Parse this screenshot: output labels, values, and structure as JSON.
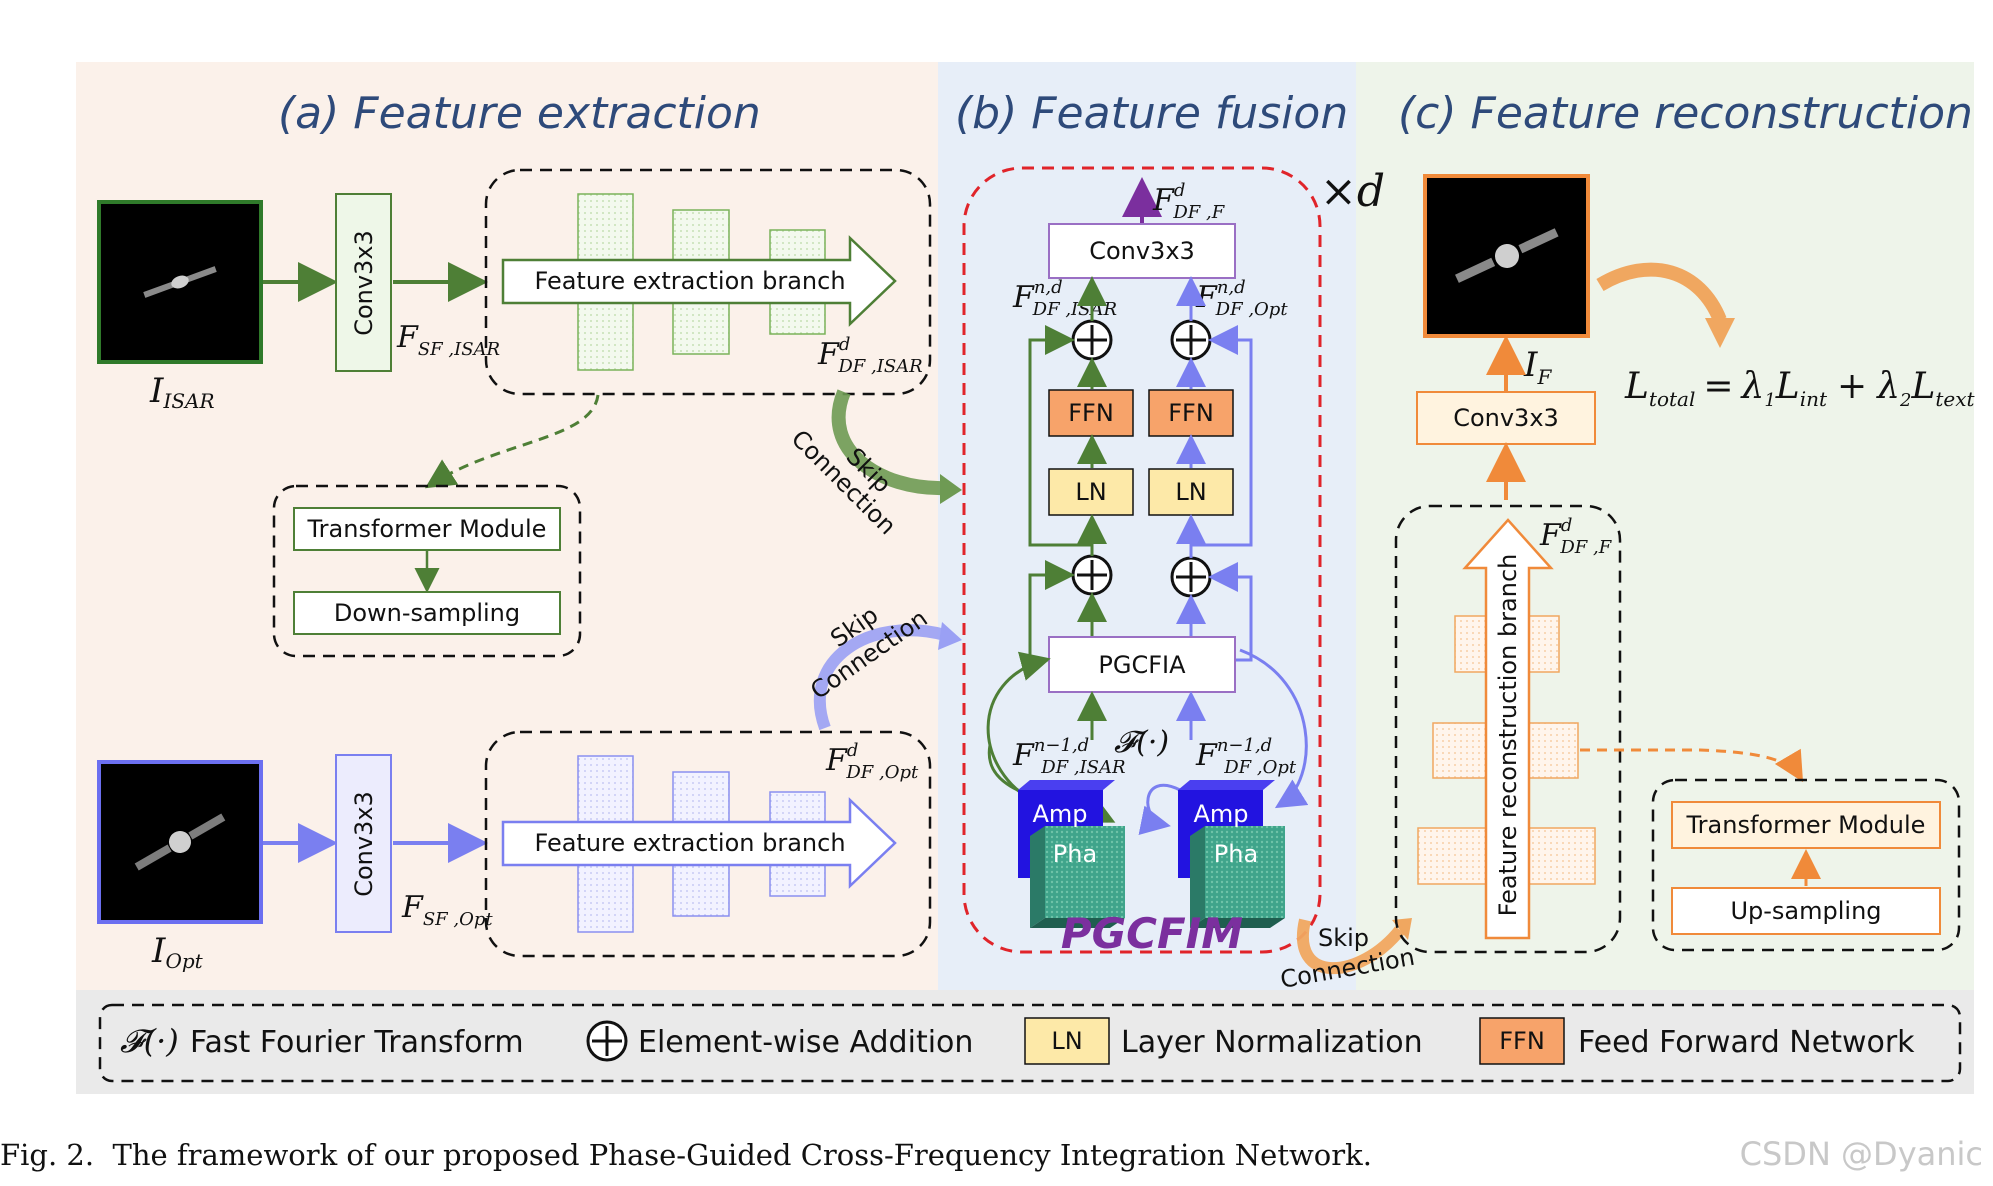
{
  "sections": {
    "a": "(a) Feature extraction",
    "b": "(b) Feature fusion",
    "c": "(c) Feature reconstruction"
  },
  "inputs": {
    "isar": {
      "main": "I",
      "sub": "ISAR"
    },
    "opt": {
      "main": "I",
      "sub": "Opt"
    }
  },
  "output": {
    "main": "I",
    "sub": "F"
  },
  "boxes": {
    "conv_isar": "Conv3x3",
    "conv_opt": "Conv3x3",
    "branch_isar": "Feature extraction branch",
    "branch_opt": "Feature extraction branch",
    "transformer_a": "Transformer Module",
    "downsampling": "Down-sampling",
    "fusion_conv": "Conv3x3",
    "ffn_left": "FFN",
    "ffn_right": "FFN",
    "ln_left": "LN",
    "ln_right": "LN",
    "pgcfia": "PGCFIA",
    "amp_left": "Amp",
    "pha_left": "Pha",
    "amp_right": "Amp",
    "pha_right": "Pha",
    "pgcfim": "PGCFIM",
    "recon_conv": "Conv3x3",
    "recon_branch": "Feature reconstruction branch",
    "transformer_c": "Transformer Module",
    "upsampling": "Up-sampling"
  },
  "features": {
    "sf_isar": {
      "main": "F",
      "sub": "SF ,ISAR"
    },
    "sf_opt": {
      "main": "F",
      "sub": "SF ,Opt"
    },
    "df_isar": {
      "main": "F",
      "sup": "d",
      "sub": "DF ,ISAR"
    },
    "df_opt": {
      "main": "F",
      "sup": "d",
      "sub": "DF ,Opt"
    },
    "df_f_top": {
      "main": "F",
      "sup": "d",
      "sub": "DF ,F"
    },
    "df_f_recon": {
      "main": "F",
      "sup": "d",
      "sub": "DF ,F"
    },
    "nd_isar": {
      "main": "F",
      "sup": "n,d",
      "sub": "DF ,ISAR"
    },
    "nd_opt": {
      "main": "F",
      "sup": "n,d",
      "sub": "DF ,Opt"
    },
    "n1d_isar": {
      "main": "F",
      "sup": "n−1,d",
      "sub": "DF ,ISAR"
    },
    "n1d_opt": {
      "main": "F",
      "sup": "n−1,d",
      "sub": "DF ,Opt"
    }
  },
  "fft_symbol": "𝓕(·)",
  "times_d": "×d",
  "skip": {
    "line1": "Skip",
    "line2": "Connection"
  },
  "loss": {
    "L": "L",
    "total": "total",
    "eq": "=",
    "lam": "λ",
    "one": "1",
    "int": "int",
    "plus": "+",
    "two": "2",
    "text": "text"
  },
  "legend": {
    "fft_symbol": "𝓕(·)",
    "fft_text": "Fast Fourier Transform",
    "add_text": "Element-wise Addition",
    "ln_box": "LN",
    "ln_text": "Layer Normalization",
    "ffn_box": "FFN",
    "ffn_text": "Feed Forward Network"
  },
  "caption": "Fig. 2.  The framework of our proposed Phase-Guided Cross-Frequency Integration Network.",
  "watermark": "CSDN @Dyanic",
  "colors": {
    "panel_a": "#fbf1ea",
    "panel_b": "#e7eef8",
    "panel_c": "#eef4ea",
    "legend_bg": "#eaeaea",
    "green": "#4e7f36",
    "blue": "#7a7ff0",
    "orange": "#f08a3a",
    "red_dash": "#e0242a",
    "purple": "#7b2f9e",
    "ln_fill": "#fde9a8",
    "ffn_fill": "#f7a36a",
    "title": "#2e4a7a"
  }
}
